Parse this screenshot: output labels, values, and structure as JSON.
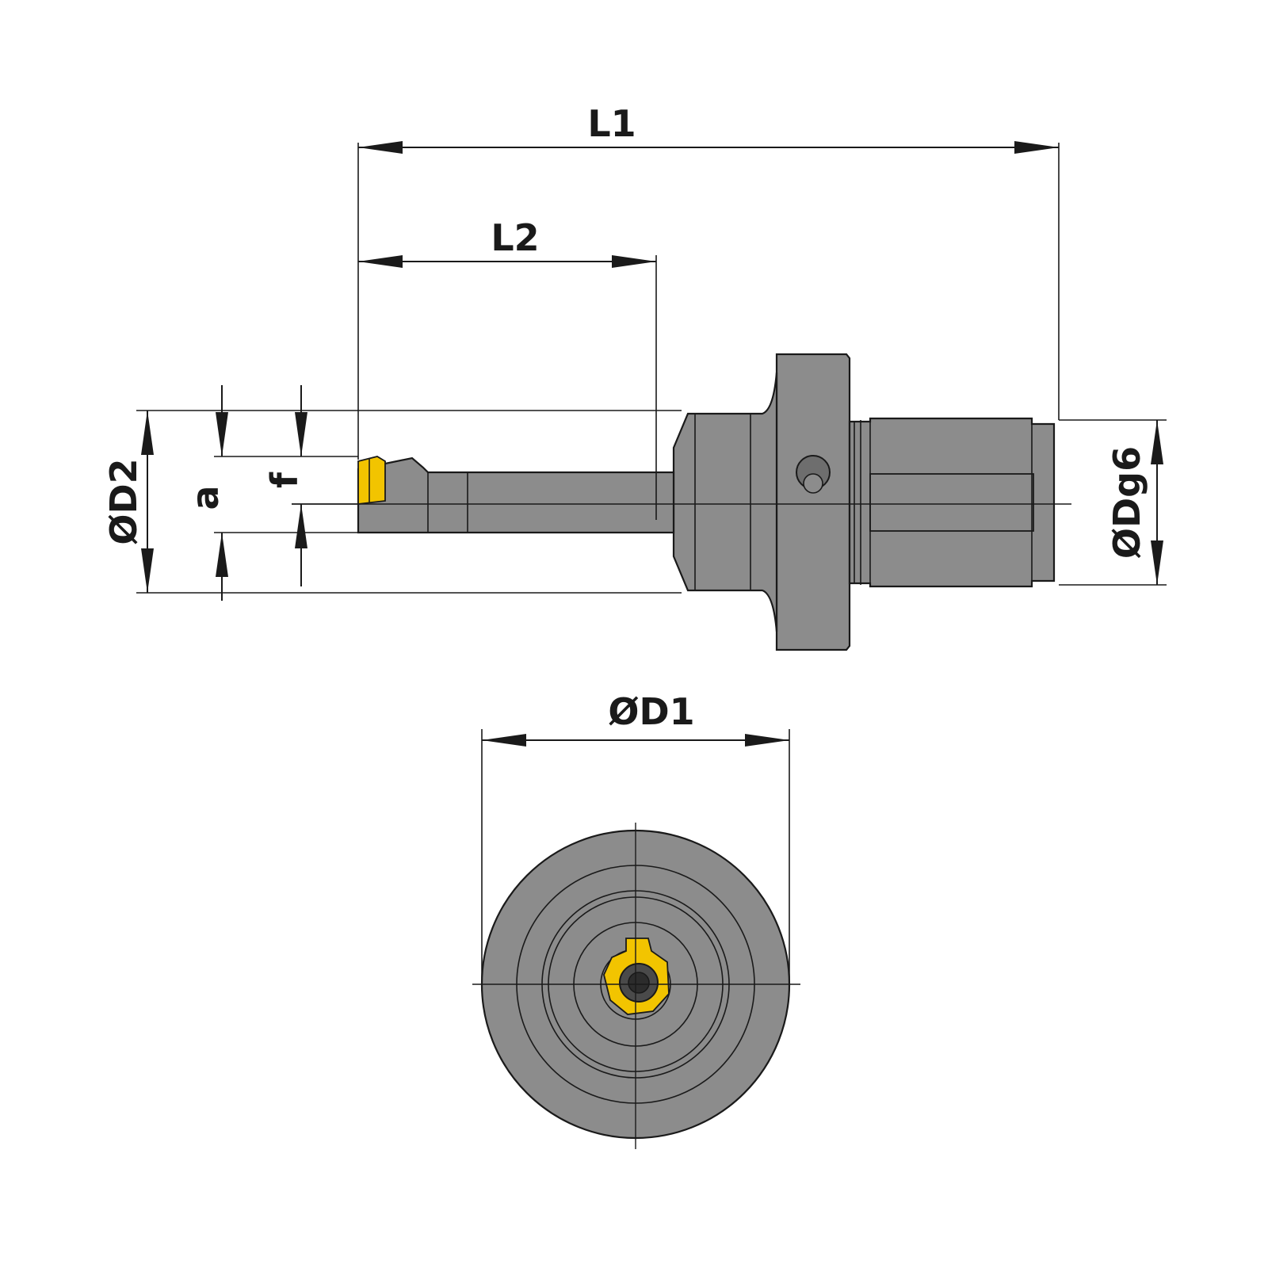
{
  "dimensions": {
    "L1": "L1",
    "L2": "L2",
    "D2": "ØD2",
    "a": "a",
    "f": "f",
    "Dg6": "ØDg6",
    "D1": "ØD1"
  },
  "colors": {
    "tool_body": "#8c8c8c",
    "insert": "#f2c400",
    "line": "#1a1a1a"
  }
}
